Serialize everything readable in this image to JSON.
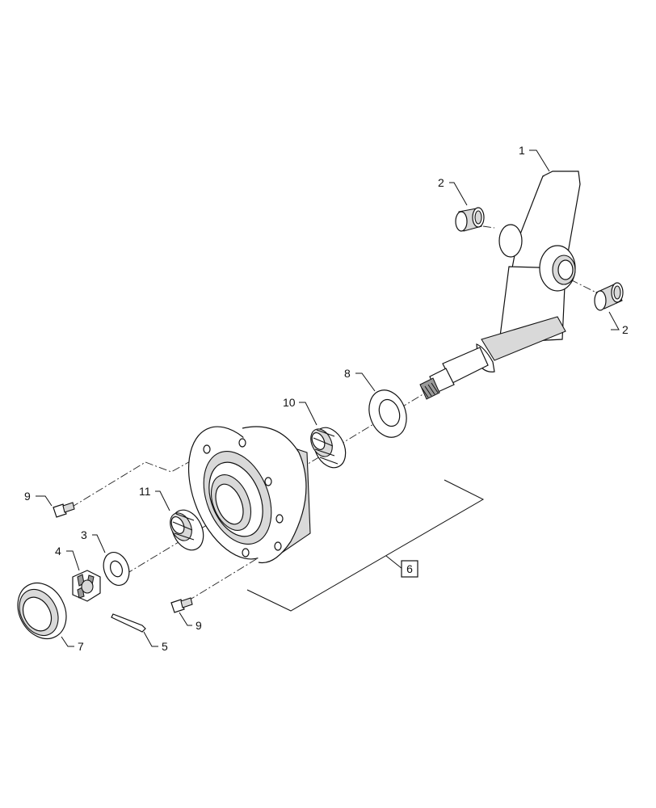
{
  "callouts": {
    "c1": "1",
    "c2a": "2",
    "c2b": "2",
    "c3": "3",
    "c4": "4",
    "c5": "5",
    "c6": "6",
    "c7": "7",
    "c8": "8",
    "c9a": "9",
    "c9b": "9",
    "c10": "10",
    "c11": "11"
  }
}
